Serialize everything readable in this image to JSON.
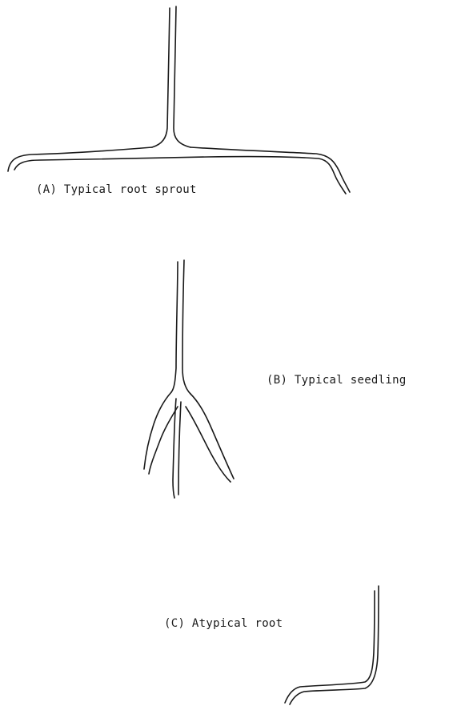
{
  "figures": [
    {
      "id": "A",
      "caption": "(A)  Typical root sprout"
    },
    {
      "id": "B",
      "caption": "(B) Typical seedling"
    },
    {
      "id": "C",
      "caption": "(C)  Atypical root"
    }
  ],
  "colors": {
    "ink": "#1a1a1a",
    "paper": "#ffffff"
  }
}
